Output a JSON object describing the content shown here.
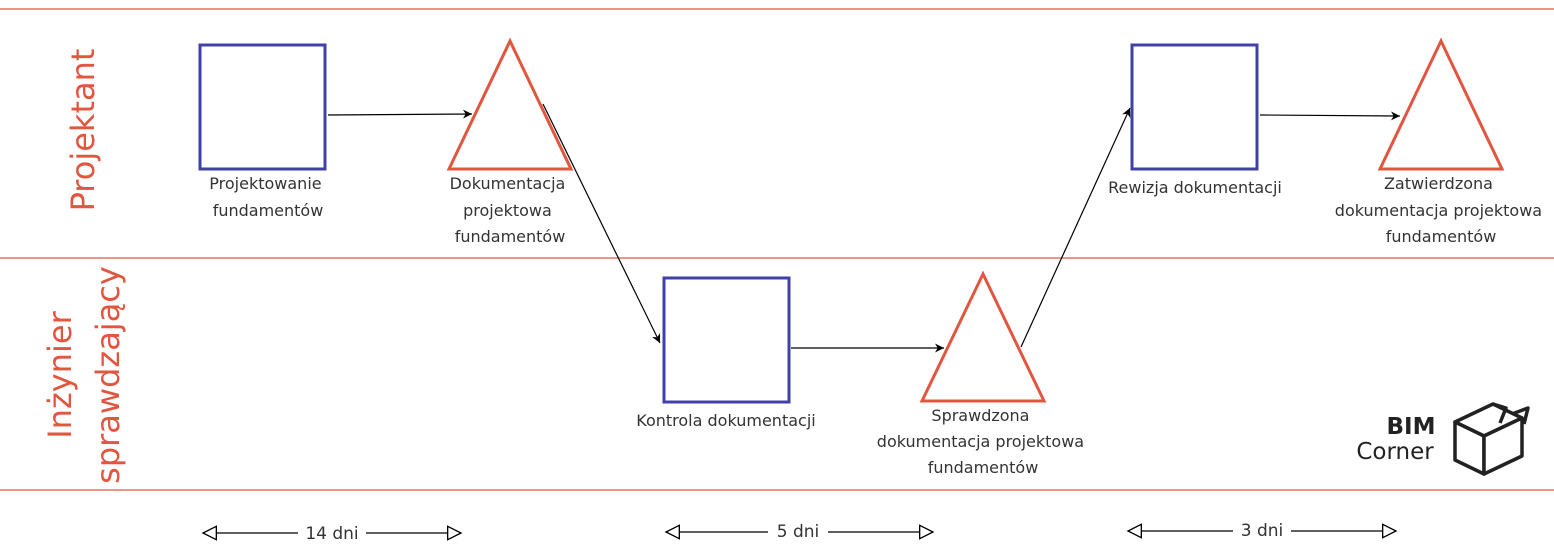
{
  "colors": {
    "lane_line": "#e2553f",
    "lane_title": "#e2553f",
    "activity_stroke": "#4040a8",
    "deliverable_stroke": "#e2553f",
    "connector": "#000000",
    "text": "#333333"
  },
  "lanes": [
    {
      "title": "Projektant"
    },
    {
      "title_lines": [
        "Inżynier",
        "sprawdzający"
      ]
    }
  ],
  "nodes": {
    "activity_1": {
      "shape": "square",
      "label_lines": [
        "Projektowanie",
        "fundamentów"
      ]
    },
    "deliverable_1": {
      "shape": "triangle",
      "label_lines": [
        "Dokumentacja",
        "projektowa",
        "fundamentów"
      ]
    },
    "activity_2": {
      "shape": "square",
      "label_lines": [
        "Kontrola dokumentacji"
      ]
    },
    "deliverable_2": {
      "shape": "triangle",
      "label_lines": [
        "Sprawdzona",
        "dokumentacja projektowa",
        "fundamentów"
      ]
    },
    "activity_3": {
      "shape": "square",
      "label_lines": [
        "Rewizja dokumentacji"
      ]
    },
    "deliverable_3": {
      "shape": "triangle",
      "label_lines": [
        "Zatwierdzona",
        "dokumentacja projektowa",
        "fundamentów"
      ]
    }
  },
  "durations": [
    {
      "label": "14 dni"
    },
    {
      "label": "5 dni"
    },
    {
      "label": "3 dni"
    }
  ],
  "logo": {
    "line1": "BIM",
    "line2": "Corner",
    "icon": "open-box-icon"
  }
}
